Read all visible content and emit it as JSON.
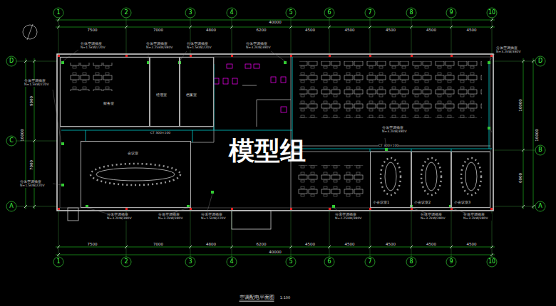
{
  "diagram": {
    "title": "空调配电平面图",
    "nodes": [
      {
        "text": [
          "财务室"
        ]
      },
      {
        "text": [
          "经理室"
        ]
      },
      {
        "text": [
          "档案室"
        ]
      },
      {
        "text": [
          "会议室"
        ]
      },
      {
        "text": [
          "小会议室1"
        ]
      },
      {
        "text": [
          "小会议室2"
        ]
      },
      {
        "text": [
          "小会议室3"
        ]
      }
    ],
    "labels": [
      "1",
      "2",
      "3",
      "4",
      "5",
      "6",
      "7",
      "8",
      "9",
      "10",
      "1",
      "2",
      "3",
      "4",
      "5",
      "6",
      "7",
      "8",
      "9",
      "10",
      "D",
      "C",
      "A",
      "D",
      "B",
      "A",
      "7500",
      "7000",
      "4800",
      "6200",
      "4500",
      "4500",
      "4500",
      "4500",
      "4500",
      "40000",
      "7500",
      "7000",
      "4800",
      "6200",
      "4500",
      "4500",
      "4500",
      "4500",
      "4500",
      "40000",
      "9000",
      "7000",
      "16000",
      "10000",
      "6000",
      "16000",
      "分体空调插座 N=1.5kW/220V",
      "分体空调插座 N=2.25kW/380V",
      "分体空调插座 N=1.5kW/220V",
      "分体空调插座 N=3.2kW/380V",
      "分体空调插座 N=3.2kW/380V",
      "分体空调插座 N=3.2kW/380V",
      "分体空调插座 N=1.5kW/220V",
      "分体空调插座 N=1.5kW/220V",
      "分体空调插座 N=3.2kW/380V",
      "分体空调插座 N=3.2kW/380V",
      "分体空调插座 N=1.5kW/220V",
      "分体空调插座 N=2.25kW/380V",
      "分体空调插座 N=3.2kW/380V",
      "分体空调插座 N=3.2kW/380V",
      "CT 300×100",
      "CT 300×100",
      "模型组",
      "1:100"
    ]
  }
}
